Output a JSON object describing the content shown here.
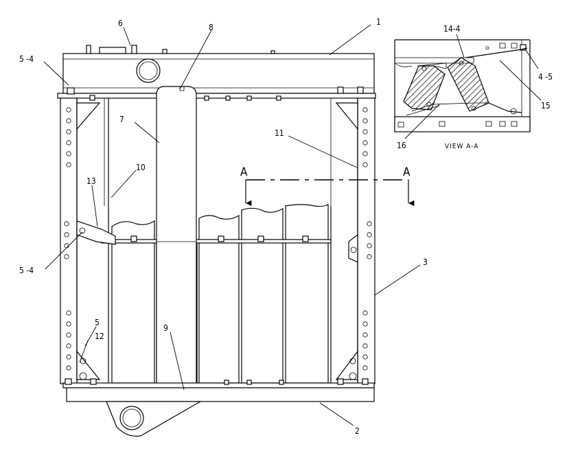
{
  "callouts": {
    "c1": "1",
    "c2": "2",
    "c3": "3",
    "c5_4_top": "5 -4",
    "c5_4_mid": "5 -4",
    "c5": "5",
    "c6": "6",
    "c7": "7",
    "c8": "8",
    "c9": "9",
    "c10": "10",
    "c11": "11",
    "c12": "12",
    "c13": "13",
    "c14_4": "14-4",
    "c4_5": "4 -5",
    "c15": "15",
    "c16": "16"
  },
  "section": {
    "left_letter": "A",
    "right_letter": "A"
  },
  "view_label": "VIEW A-A"
}
